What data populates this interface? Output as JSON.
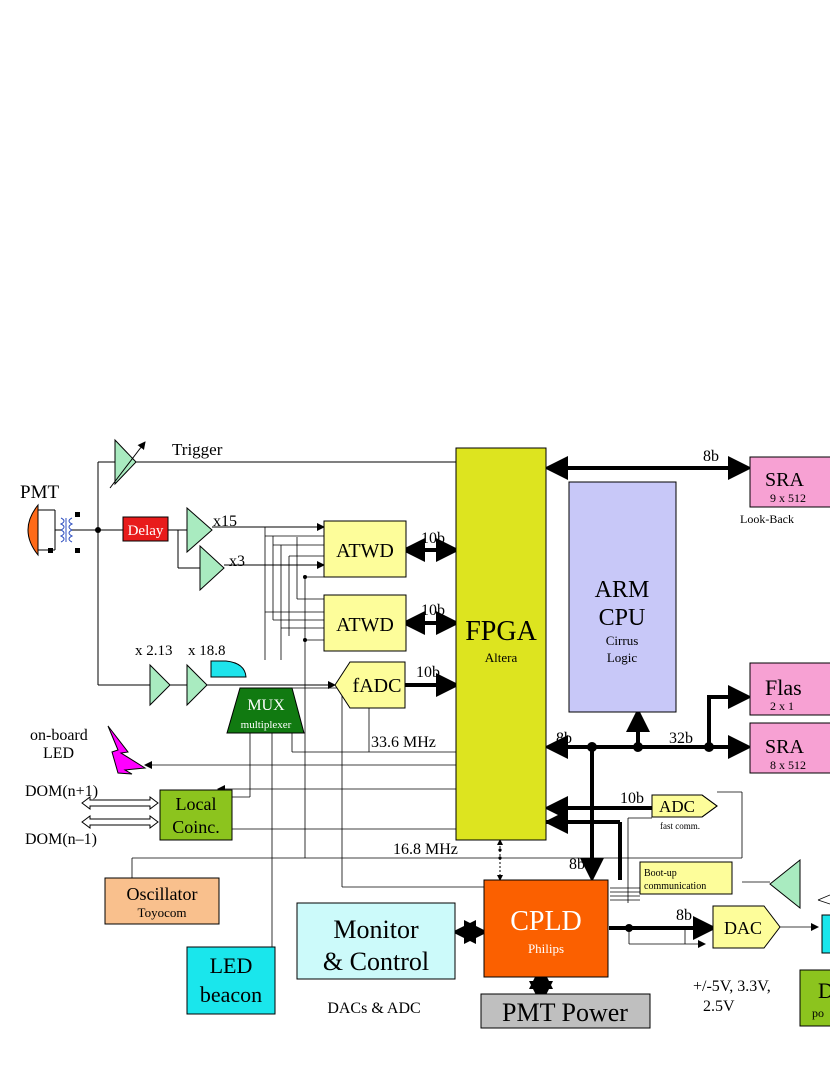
{
  "blocks": {
    "pmt": "PMT",
    "trigger": "Trigger",
    "delay": "Delay",
    "gain_x15": "x15",
    "gain_x3": "x3",
    "gain_x213": "x 2.13",
    "gain_x188": "x 18.8",
    "atwd_top": "ATWD",
    "atwd_bottom": "ATWD",
    "fadc": "fADC",
    "mux": "MUX",
    "mux_sub": "multiplexer",
    "fpga": "FPGA",
    "fpga_sub": "Altera",
    "arm_line1": "ARM",
    "arm_line2": "CPU",
    "arm_sub1": "Cirrus",
    "arm_sub2": "Logic",
    "sram_top": "SRA",
    "sram_top_sub": "9 x 512",
    "lookback": "Look-Back",
    "flash": "Flas",
    "flash_sub": "2 x 1",
    "sram_bottom": "SRA",
    "sram_bottom_sub": "8 x 512",
    "onboard_led_1": "on-board",
    "onboard_led_2": "LED",
    "dom_n_plus": "DOM(n+1)",
    "dom_n_minus": "DOM(n–1)",
    "local_coinc_1": "Local",
    "local_coinc_2": "Coinc.",
    "adc_fast": "ADC",
    "adc_fast_sub": "fast comm.",
    "bootup_1": "Boot-up",
    "bootup_2": "communication",
    "oscillator": "Oscillator",
    "oscillator_sub": "Toyocom",
    "led_beacon_1": "LED",
    "led_beacon_2": "beacon",
    "monitor_1": "Monitor",
    "monitor_2": "& Control",
    "dacs_adc": "DACs & ADC",
    "cpld": "CPLD",
    "cpld_sub": "Philips",
    "dac": "DAC",
    "pmt_power": "PMT Power",
    "voltages_1": "+/-5V, 3.3V,",
    "voltages_2": "2.5V",
    "d_block": "D",
    "d_block_sub": "po"
  },
  "labels": {
    "bits_8b_top": "8b",
    "bits_10b_a": "10b",
    "bits_10b_b": "10b",
    "bits_10b_c": "10b",
    "clk_336": "33.6 MHz",
    "clk_168": "16.8 MHz",
    "bits_8b_mid": "8b",
    "bits_32b": "32b",
    "bits_10b_adc": "10b",
    "bits_8b_cpld": "8b",
    "bits_8b_dac": "8b"
  },
  "colors": {
    "fpga": "#dde41f",
    "arm": "#c8c8f8",
    "sram": "#f7a1d3",
    "atwd": "#fdfd9a",
    "amp": "#a9ebc0",
    "delay": "#e81b1b",
    "mux": "#117a11",
    "local_coinc": "#8cc41e",
    "oscillator": "#f9c08d",
    "led_beacon": "#1ae6ec",
    "monitor": "#ccfafa",
    "cpld": "#fb6000",
    "pmt_power": "#bfbfbf",
    "led": "#ff00ff",
    "pmt": "#ff6a18",
    "comparator": "#1ee4ec"
  }
}
